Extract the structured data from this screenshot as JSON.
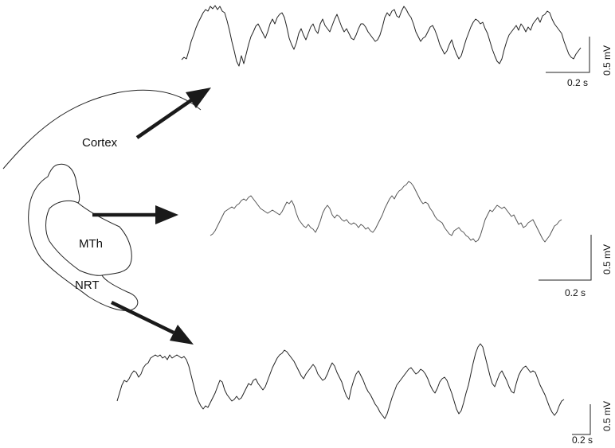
{
  "regions": {
    "cortex": "Cortex",
    "mth": "MTh",
    "nrt": "NRT"
  },
  "scale_bars": [
    {
      "voltage": "0.5 mV",
      "time": "0.2 s"
    },
    {
      "voltage": "0.5 mV",
      "time": "0.2 s"
    },
    {
      "voltage": "0.5 mV",
      "time": "0.2 s"
    }
  ],
  "colors": {
    "ink": "#222222",
    "arrow": "#1a1a1a",
    "middle_trace": "#555555"
  }
}
